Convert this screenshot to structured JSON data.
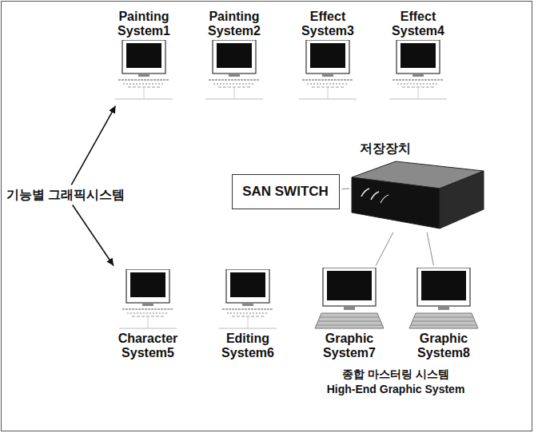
{
  "diagram": {
    "nodes": [
      {
        "text": [
          "Painting System1"
        ]
      },
      {
        "text": [
          "Painting System2"
        ]
      },
      {
        "text": [
          "Effect System3"
        ]
      },
      {
        "text": [
          "Effect System4"
        ]
      },
      {
        "text": [
          "기능별 그래픽시스템"
        ]
      },
      {
        "text": [
          "SAN SWITCH"
        ]
      },
      {
        "text": [
          "저장장치"
        ]
      },
      {
        "text": [
          "Character System5"
        ]
      },
      {
        "text": [
          "Editing System6"
        ]
      },
      {
        "text": [
          "Graphic System7"
        ]
      },
      {
        "text": [
          "Graphic System8"
        ]
      }
    ],
    "edges": [
      {
        "from": 4,
        "to": 0,
        "arrow": "to"
      },
      {
        "from": 4,
        "to": 7,
        "arrow": "to"
      },
      {
        "from": 5,
        "to": 6,
        "arrow": "none"
      },
      {
        "from": 6,
        "to": 9,
        "arrow": "none"
      },
      {
        "from": 6,
        "to": 10,
        "arrow": "none"
      }
    ],
    "labels": [
      "종합 마스터링 시스템",
      "High-End Graphic System"
    ]
  }
}
